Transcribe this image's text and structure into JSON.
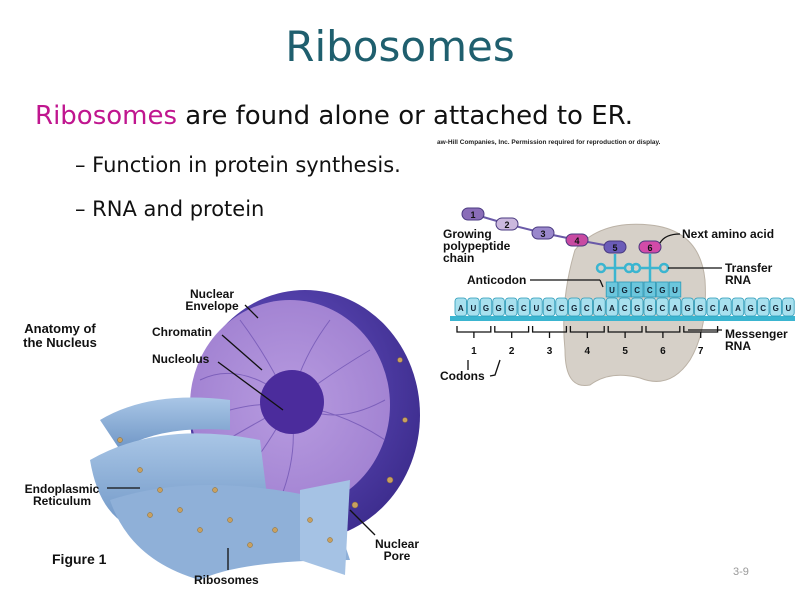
{
  "title": "Ribosomes",
  "bullet": {
    "highlight": "Ribosomes",
    "rest": " are found alone or attached to ER."
  },
  "sub_bullets": [
    "– Function in protein synthesis.",
    "– RNA and protein"
  ],
  "credit": "aw-Hill Companies, Inc. Permission required for reproduction or display.",
  "nucleus_figure": {
    "title": "Anatomy of the Nucleus",
    "labels": {
      "nuclear_envelope": "Nuclear Envelope",
      "chromatin": "Chromatin",
      "nucleolus": "Nucleolus",
      "er": "Endoplasmic Reticulum",
      "figure": "Figure 1",
      "ribosomes": "Ribosomes",
      "nuclear_pore": "Nuclear Pore"
    }
  },
  "translation_figure": {
    "labels": {
      "growing_chain": "Growing polypeptide chain",
      "next_amino_acid": "Next amino acid",
      "transfer_rna": "Transfer RNA",
      "anticodon": "Anticodon",
      "messenger_rna": "Messenger RNA",
      "codons": "Codons"
    },
    "mrna": "AUGGGCUCCGCAACGGCAGGCAAGCGU",
    "anticodons": "UGCCGU",
    "codon_numbers": [
      "1",
      "2",
      "3",
      "4",
      "5",
      "6",
      "7"
    ],
    "amino_acids": [
      {
        "n": "1",
        "color": "#8a6db8"
      },
      {
        "n": "2",
        "color": "#cbb8de"
      },
      {
        "n": "3",
        "color": "#9a88cc"
      },
      {
        "n": "4",
        "color": "#c84aa2"
      },
      {
        "n": "5",
        "color": "#6b5cb8"
      },
      {
        "n": "6",
        "color": "#d24ba8"
      }
    ]
  },
  "slide_number": "3-9",
  "colors": {
    "title": "#1f5f6e",
    "highlight": "#c0168f"
  }
}
